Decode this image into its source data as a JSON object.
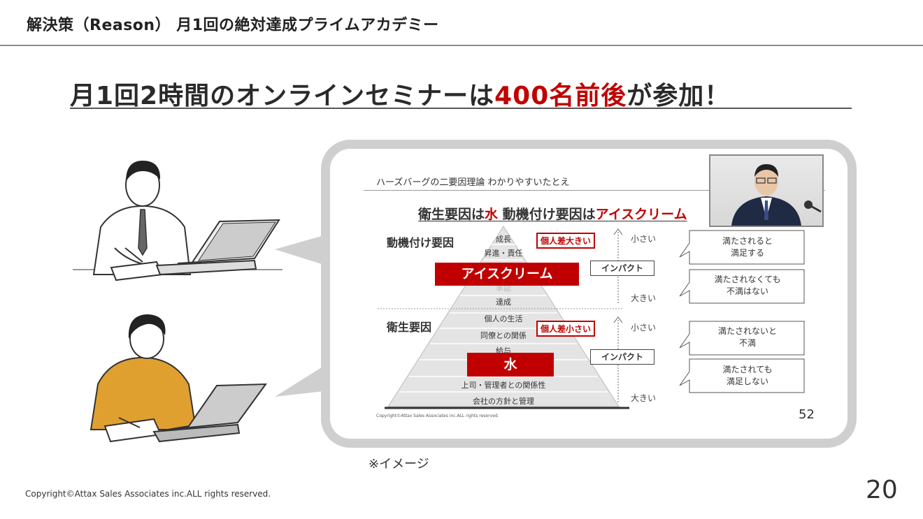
{
  "header": {
    "title": "解決策（Reason） 月1回の絶対達成プライムアカデミー"
  },
  "headline": {
    "part1": "月1回2時間のオンラインセミナーは",
    "highlight": "400名前後",
    "part2": "が参加！"
  },
  "slide": {
    "title": "ハーズバーグの二要因理論 わかりやすいたとえ",
    "headline_part1": "衛生要因は",
    "headline_water": "水",
    "headline_part2": " 動機付け要因は",
    "headline_icecream": "アイスクリーム",
    "motivation_label": "動機付け要因",
    "hygiene_label": "衛生要因",
    "motivation_items": [
      "成長",
      "昇進・責任",
      "承認",
      "達成"
    ],
    "hygiene_items": [
      "個人の生活",
      "同僚との関係",
      "給与",
      "上司・管理者との関係性",
      "会社の方針と管理"
    ],
    "icecream_box": "アイスクリーム",
    "water_box": "水",
    "badge_top": "個人差大きい",
    "badge_bottom": "個人差小さい",
    "impact_label": "インパクト",
    "small_label": "小さい",
    "large_label": "大きい",
    "callouts": [
      "満たされると\n満足する",
      "満たされなくても\n不満はない",
      "満たされないと\n不満",
      "満たされても\n満足しない"
    ],
    "copyright": "Copyright©Attax Sales Associates inc.ALL rights reserved.",
    "page_number": "52"
  },
  "caption": "※イメージ",
  "footer": {
    "copyright": "Copyright©Attax Sales Associates inc.ALL rights reserved.",
    "page_number": "20"
  },
  "colors": {
    "accent": "#c00000",
    "bubble_border": "#cfcfcf"
  }
}
